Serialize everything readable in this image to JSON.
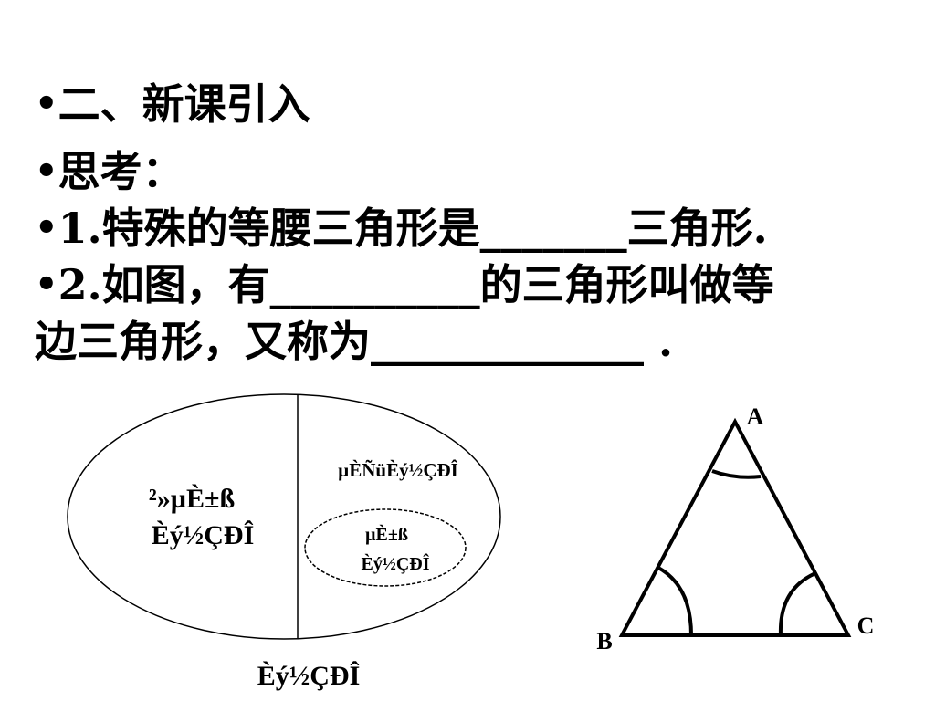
{
  "text": {
    "line1": {
      "bullet": "•",
      "text": "二、新课引入"
    },
    "line2": {
      "bullet": "•",
      "text": "思考："
    },
    "line3": {
      "bullet": "•",
      "text": "1.特殊的等腰三角形是_______三角形."
    },
    "line4": {
      "bullet": "•",
      "text": "2.如图，有__________的三角形叫做等"
    },
    "line5": {
      "text": "边三角形，又称为_____________ ."
    }
  },
  "venn": {
    "outer_label": "Èý½ÇÐÎ",
    "left_label_line1": "²»µÈ±ß",
    "left_label_line2": "Èý½ÇÐÎ",
    "right_top_label": "µÈÑüÈý½ÇÐÎ",
    "inner_label_line1": "µÈ±ß",
    "inner_label_line2": "Èý½ÇÐÎ"
  },
  "triangle": {
    "vertex_a": "A",
    "vertex_b": "B",
    "vertex_c": "C"
  }
}
